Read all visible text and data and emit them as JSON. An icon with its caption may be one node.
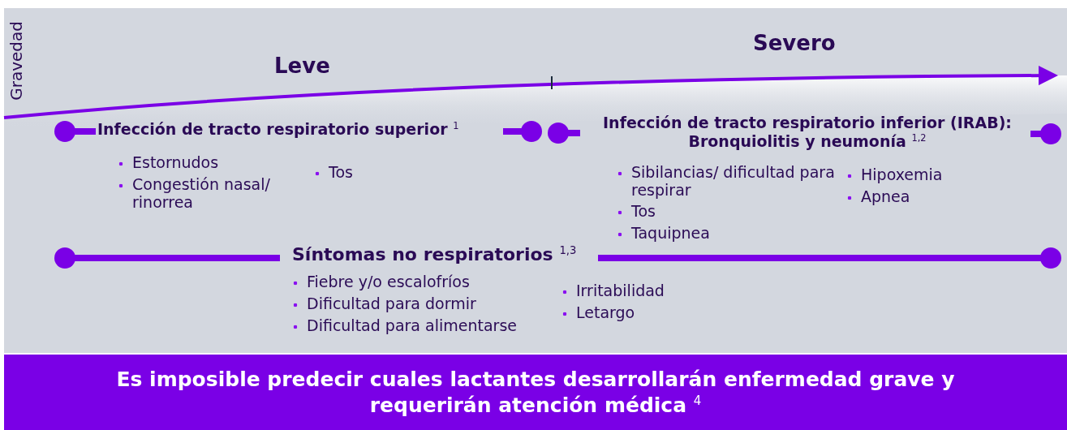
{
  "diagram": {
    "nodes": [
      {
        "text": [
          "Es imposible predecir cuales lactantes desarrollarán enfermedad grave y requerirán atención médica $^{4}$"
        ]
      }
    ],
    "labels": [
      "Gravedad",
      "Leve",
      "Severo",
      "Infección de tracto respiratorio superior $^{1}$",
      "Estornudos",
      "Congestión nasal/ rinorrea",
      "Tos",
      "Infección de tracto respiratorio inferior (IRAB): Bronquiolitis y neumonía $^{1,2}$",
      "Sibilancias/ dificultad para respirar",
      "Tos",
      "Taquipnea",
      "Hipoxemia",
      "Apnea",
      "Síntomas no respiratorios $^{1,3}$",
      "Fiebre y/o escalofríos",
      "Dificultad para dormir",
      "Dificultad para alimentarse",
      "Irritabilidad",
      "Letargo"
    ]
  }
}
